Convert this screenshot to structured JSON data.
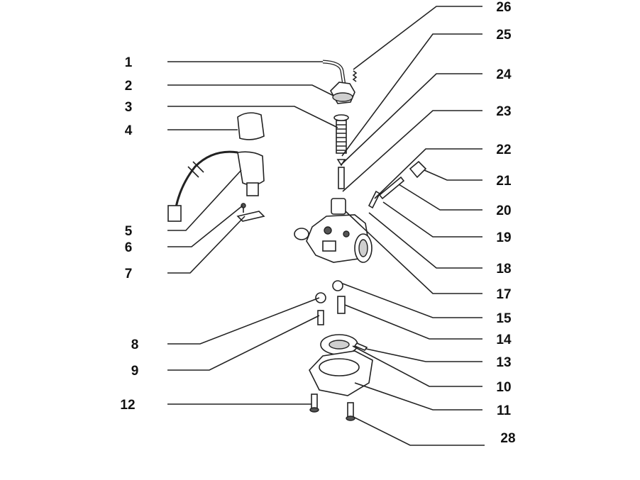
{
  "diagram": {
    "callouts": [
      "1",
      "2",
      "3",
      "4",
      "5",
      "6",
      "7",
      "8",
      "9",
      "12",
      "26",
      "25",
      "24",
      "23",
      "22",
      "21",
      "20",
      "19",
      "18",
      "17",
      "15",
      "14",
      "13",
      "10",
      "11",
      "28"
    ]
  }
}
